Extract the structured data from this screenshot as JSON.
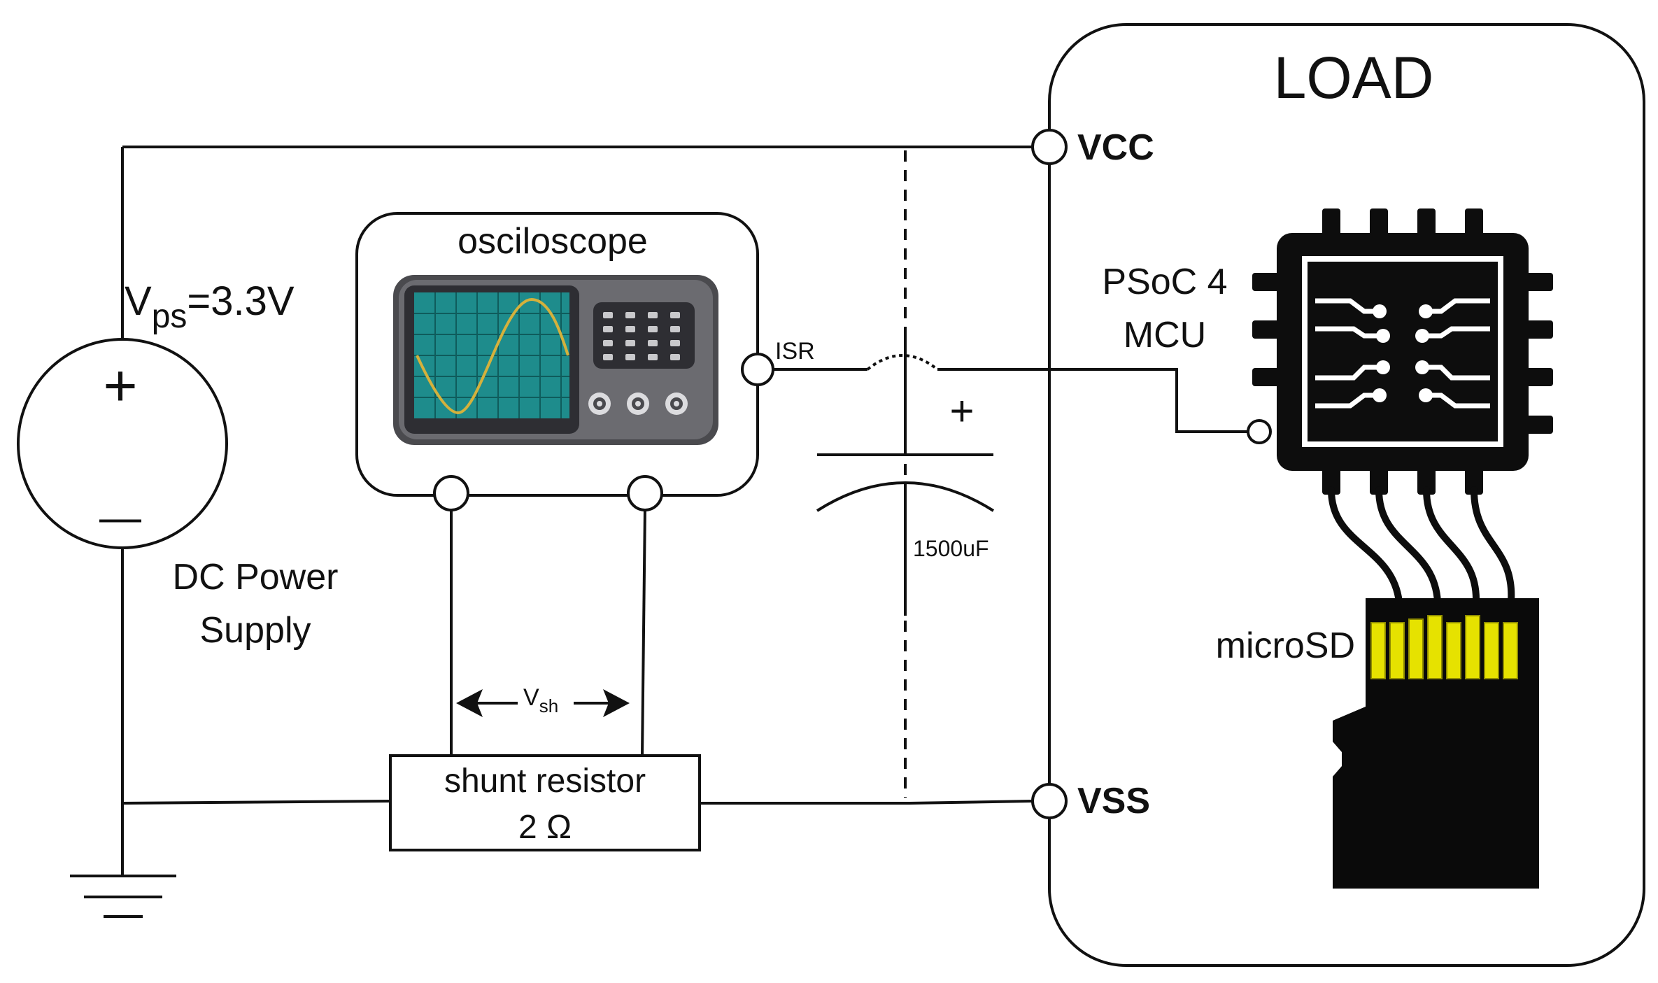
{
  "load": {
    "title": "LOAD",
    "vcc_label": "VCC",
    "vss_label": "VSS",
    "mcu_label_line1": "PSoC 4",
    "mcu_label_line2": "MCU",
    "microsd_label": "microSD"
  },
  "power_supply": {
    "voltage_symbol": "V",
    "voltage_subscript": "ps",
    "voltage_value": "=3.3V",
    "plus_symbol": "+",
    "minus_symbol": "—",
    "label_line1": "DC Power",
    "label_line2": "Supply"
  },
  "oscilloscope": {
    "label": "osciloscope",
    "isr_label": "ISR"
  },
  "shunt": {
    "label_line1": "shunt resistor",
    "label_line2": "2 Ω",
    "vsh_symbol": "V",
    "vsh_subscript": "sh"
  },
  "capacitor": {
    "plus_symbol": "+",
    "value_label": "1500uF"
  },
  "colors": {
    "line": "#111111",
    "scope_body": "#505054",
    "scope_screen": "#1e8c8c",
    "scope_wave": "#d4b13c",
    "sd_contacts": "#e6e200",
    "chip": "#0d0d0d"
  }
}
